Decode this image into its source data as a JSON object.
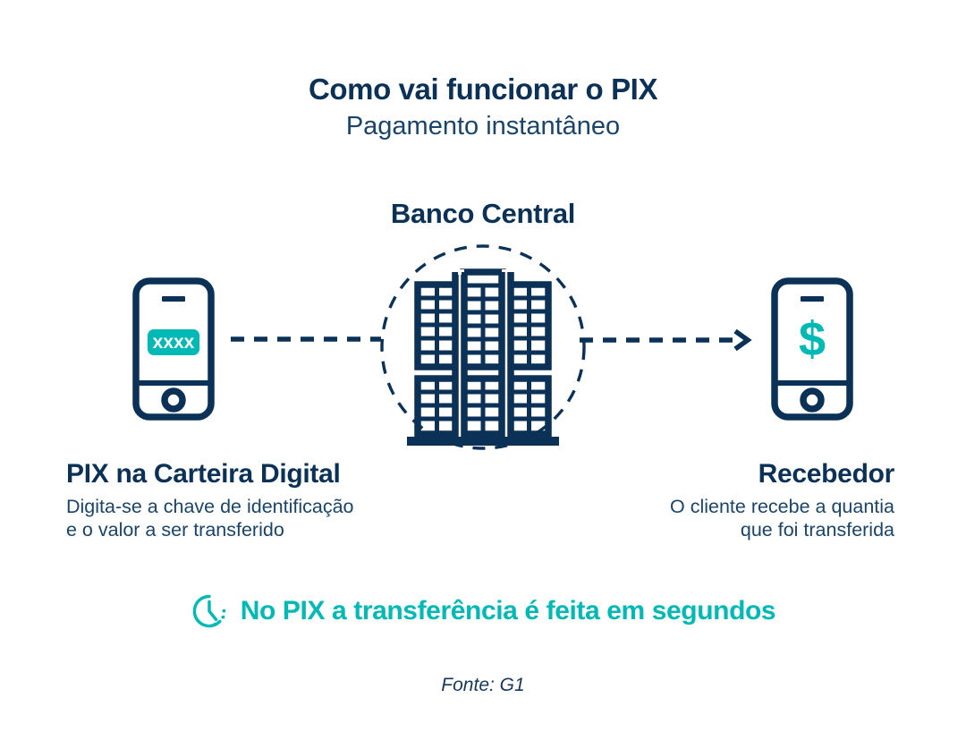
{
  "header": {
    "title": "Como vai funcionar o PIX",
    "subtitle": "Pagamento instantâneo"
  },
  "center": {
    "heading": "Banco Central",
    "icon": "bank-building-icon",
    "circle": "dashed-circle"
  },
  "left_node": {
    "device_icon": "smartphone-icon",
    "screen_badge": "xxxx",
    "heading": "PIX na Carteira Digital",
    "line1": "Digita-se a chave de identificação",
    "line2": "e o valor a ser transferido"
  },
  "right_node": {
    "device_icon": "smartphone-icon",
    "screen_symbol": "$",
    "heading": "Recebedor",
    "line1": "O cliente recebe a quantia",
    "line2": "que foi transferida"
  },
  "connectors": {
    "left": "dashed-line",
    "right": "dashed-arrow-right"
  },
  "highlight": {
    "icon": "clock-icon",
    "text": "No PIX a transferência é feita em segundos"
  },
  "source": {
    "label": "Fonte: G1"
  },
  "colors": {
    "navy": "#0b3157",
    "navy_text": "#1a4469",
    "teal": "#00b8b4",
    "background": "#ffffff"
  }
}
